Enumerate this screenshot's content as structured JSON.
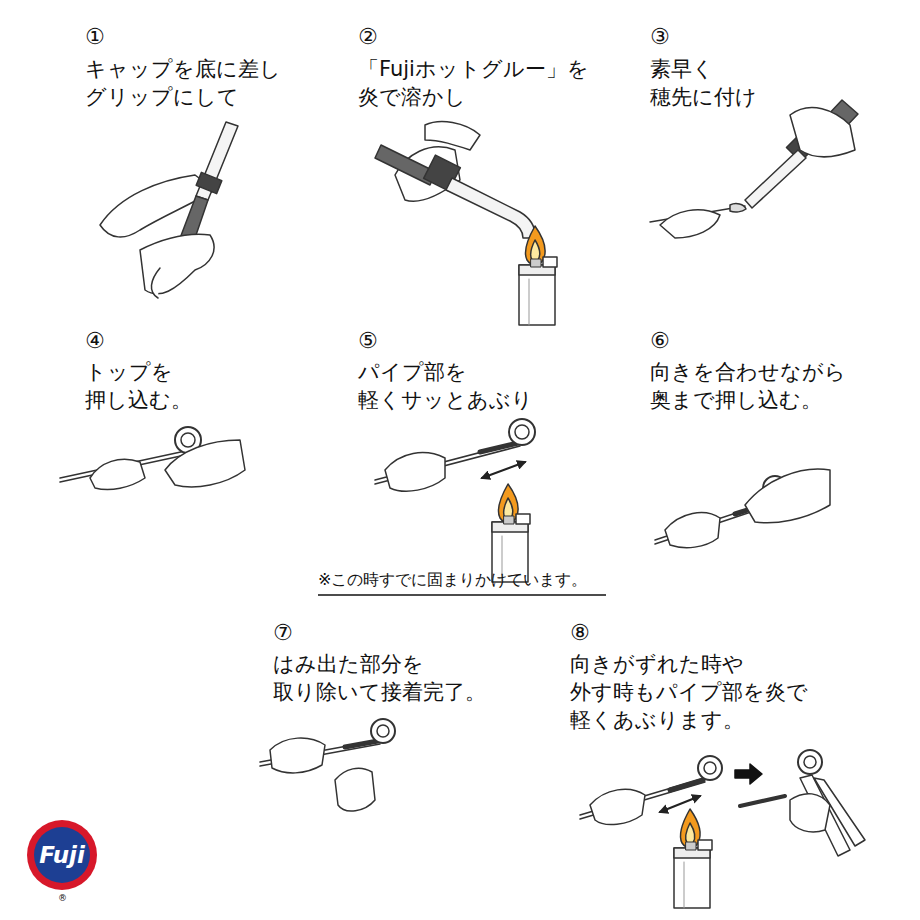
{
  "diagram": {
    "nodes": [
      {
        "text": [
          "Fuji"
        ]
      }
    ],
    "labels": [
      "①",
      "キャップを底に差し グリップにして",
      "②",
      "「Fujiホットグルー」を 炎で溶かし",
      "③",
      "素早く 穂先に付け",
      "④",
      "トップを 押し込む。",
      "⑤",
      "パイプ部を 軽くサッとあぶり",
      "※この時すでに固まりかけています。",
      "⑥",
      "向きを合わせながら 奥まで押し込む。",
      "⑦",
      "はみ出た部分を 取り除いて接着完了。",
      "⑧",
      "向きがずれた時や 外す時もパイプ部を炎で 軽くあぶります。",
      "®"
    ]
  }
}
